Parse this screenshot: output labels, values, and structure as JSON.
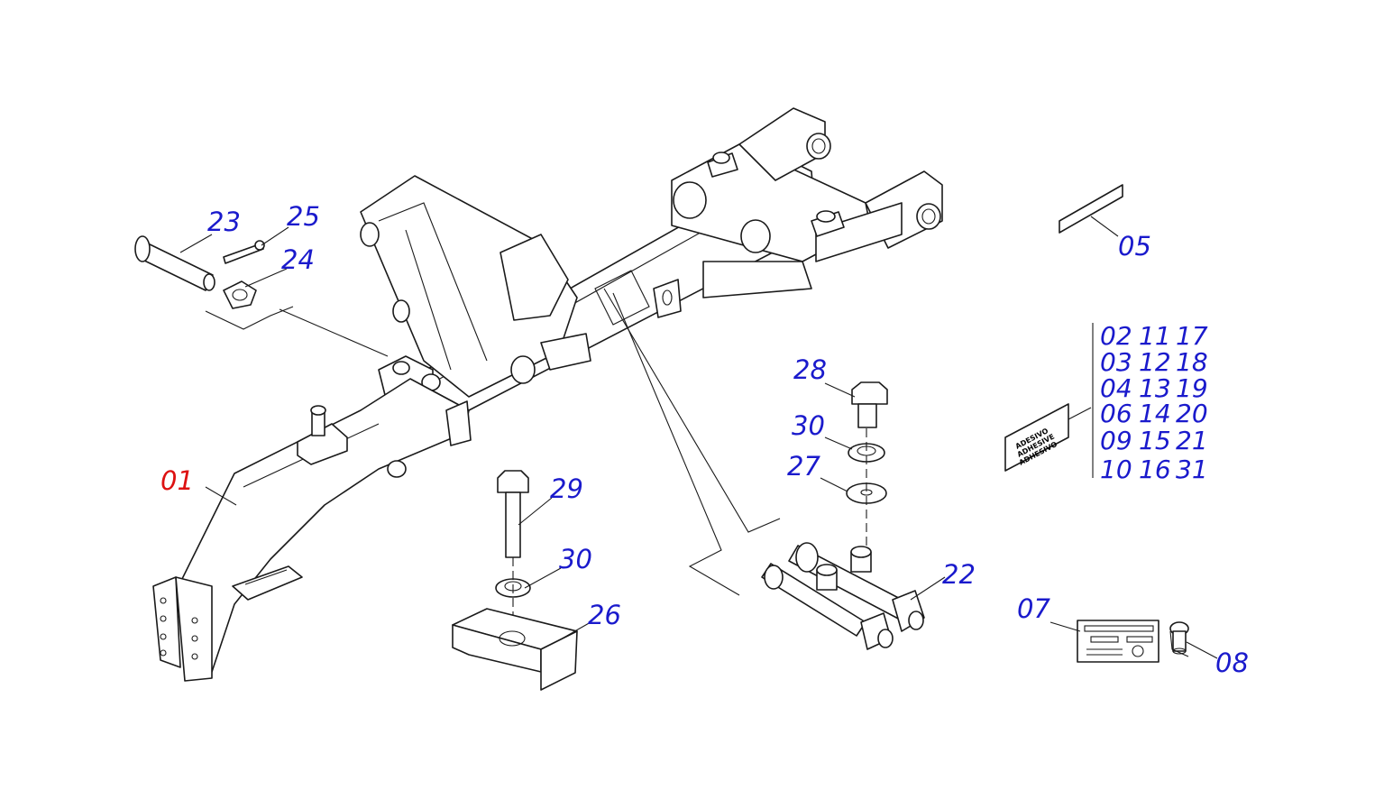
{
  "colors": {
    "callout": "#1a1acc",
    "main_part": "#dd1111",
    "line": "#1a1a1a"
  },
  "callouts": {
    "c01": "01",
    "c05": "05",
    "c07": "07",
    "c08": "08",
    "c22": "22",
    "c23": "23",
    "c24": "24",
    "c25": "25",
    "c26": "26",
    "c27": "27",
    "c28": "28",
    "c29": "29",
    "c30a": "30",
    "c30b": "30"
  },
  "decal_grid": {
    "rows": [
      [
        "02",
        "11",
        "17"
      ],
      [
        "03",
        "12",
        "18"
      ],
      [
        "04",
        "13",
        "19"
      ],
      [
        "06",
        "14",
        "20"
      ],
      [
        "09",
        "15",
        "21"
      ],
      [
        "10",
        "16",
        "31"
      ]
    ]
  },
  "decal_text": [
    "ADESIVO",
    "ADHESIVE",
    "ADHESIVO"
  ]
}
